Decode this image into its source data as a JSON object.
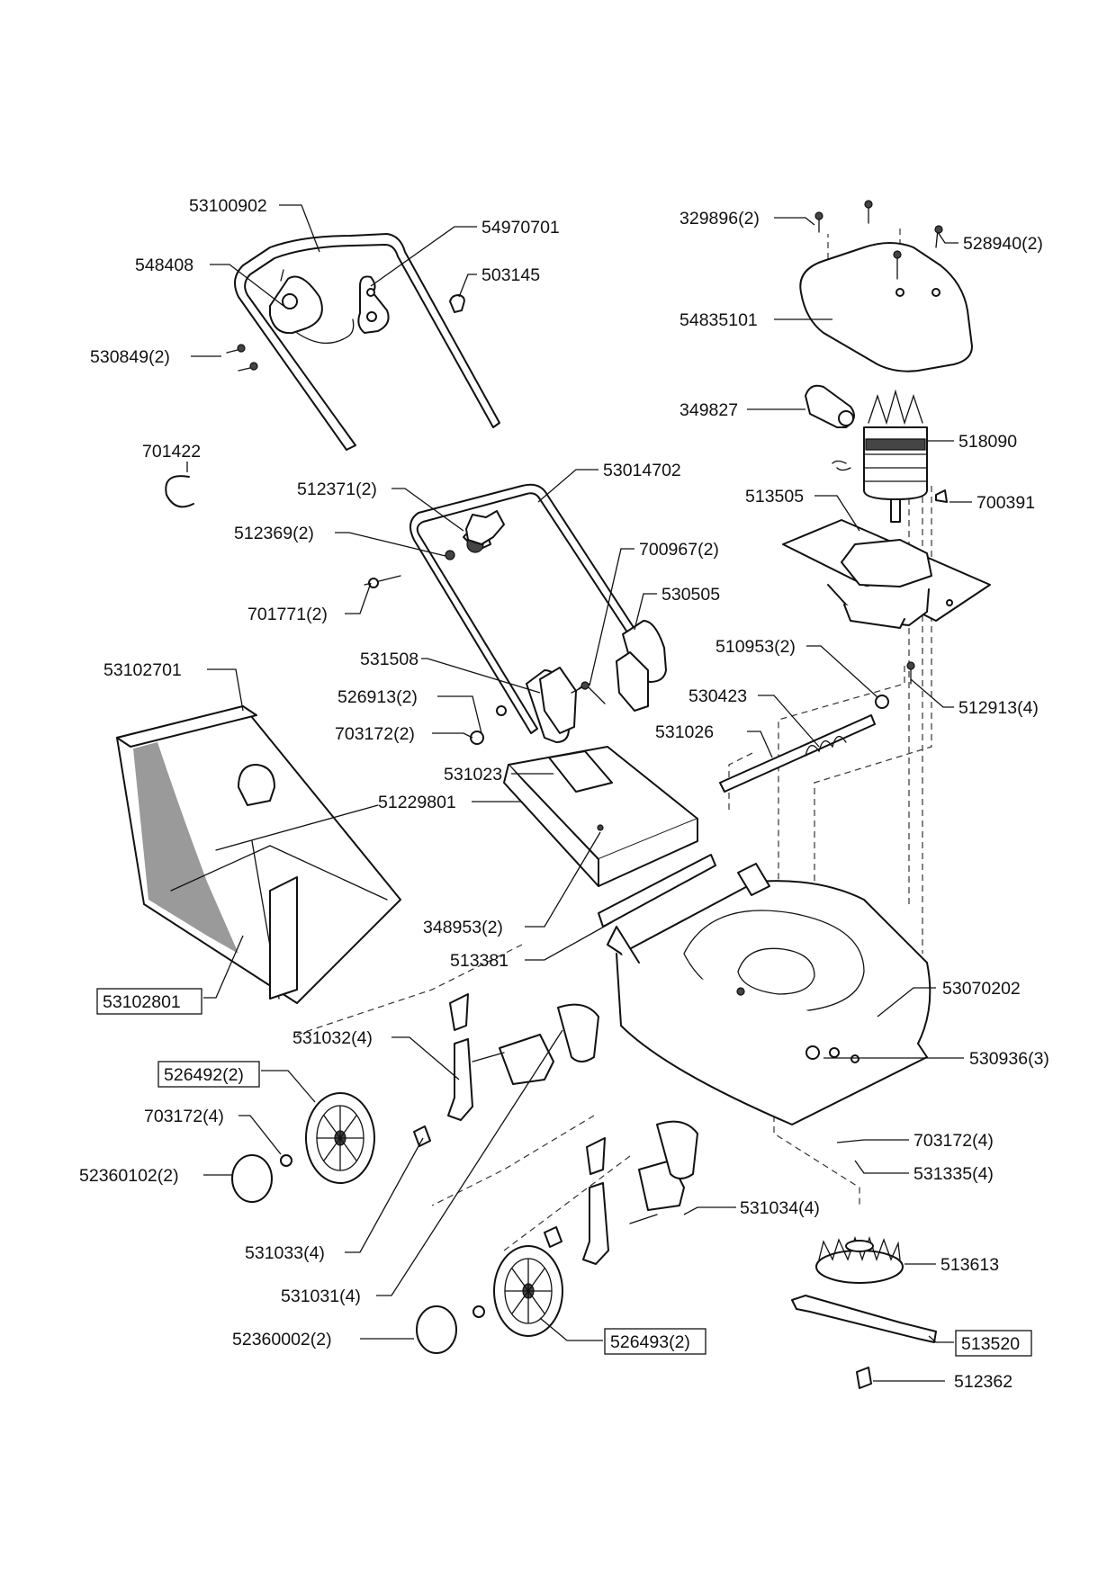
{
  "title": "",
  "callouts": [
    {
      "id": "53100902",
      "text": "53100902"
    },
    {
      "id": "548408",
      "text": "548408"
    },
    {
      "id": "54970701",
      "text": "54970701"
    },
    {
      "id": "503145",
      "text": "503145"
    },
    {
      "id": "530849",
      "text": "530849(2)"
    },
    {
      "id": "701422",
      "text": "701422"
    },
    {
      "id": "329896",
      "text": "329896(2)"
    },
    {
      "id": "528940",
      "text": "528940(2)"
    },
    {
      "id": "54835101",
      "text": "54835101"
    },
    {
      "id": "349827",
      "text": "349827"
    },
    {
      "id": "518090",
      "text": "518090"
    },
    {
      "id": "513505",
      "text": "513505"
    },
    {
      "id": "700391",
      "text": "700391"
    },
    {
      "id": "512371",
      "text": "512371(2)"
    },
    {
      "id": "53014702",
      "text": "53014702"
    },
    {
      "id": "512369",
      "text": "512369(2)"
    },
    {
      "id": "700967",
      "text": "700967(2)"
    },
    {
      "id": "701771",
      "text": "701771(2)"
    },
    {
      "id": "530505",
      "text": "530505"
    },
    {
      "id": "53102701",
      "text": "53102701"
    },
    {
      "id": "531508",
      "text": "531508"
    },
    {
      "id": "510953",
      "text": "510953(2)"
    },
    {
      "id": "526913",
      "text": "526913(2)"
    },
    {
      "id": "530423",
      "text": "530423"
    },
    {
      "id": "512913",
      "text": "512913(4)"
    },
    {
      "id": "703172a",
      "text": "703172(2)"
    },
    {
      "id": "531026",
      "text": "531026"
    },
    {
      "id": "531023",
      "text": "531023"
    },
    {
      "id": "51229801",
      "text": "51229801"
    },
    {
      "id": "348953",
      "text": "348953(2)"
    },
    {
      "id": "513381",
      "text": "513381"
    },
    {
      "id": "53102801",
      "text": "53102801",
      "boxed": true
    },
    {
      "id": "53070202",
      "text": "53070202"
    },
    {
      "id": "531032",
      "text": "531032(4)"
    },
    {
      "id": "530936",
      "text": "530936(3)"
    },
    {
      "id": "526492",
      "text": "526492(2)",
      "boxed": true
    },
    {
      "id": "703172b",
      "text": "703172(4)"
    },
    {
      "id": "703172c",
      "text": "703172(4)"
    },
    {
      "id": "531335",
      "text": "531335(4)"
    },
    {
      "id": "52360102",
      "text": "52360102(2)"
    },
    {
      "id": "531034",
      "text": "531034(4)"
    },
    {
      "id": "531033",
      "text": "531033(4)"
    },
    {
      "id": "513613",
      "text": "513613"
    },
    {
      "id": "531031",
      "text": "531031(4)"
    },
    {
      "id": "52360002",
      "text": "52360002(2)"
    },
    {
      "id": "526493",
      "text": "526493(2)",
      "boxed": true
    },
    {
      "id": "513520",
      "text": "513520",
      "boxed": true
    },
    {
      "id": "512362",
      "text": "512362"
    }
  ]
}
